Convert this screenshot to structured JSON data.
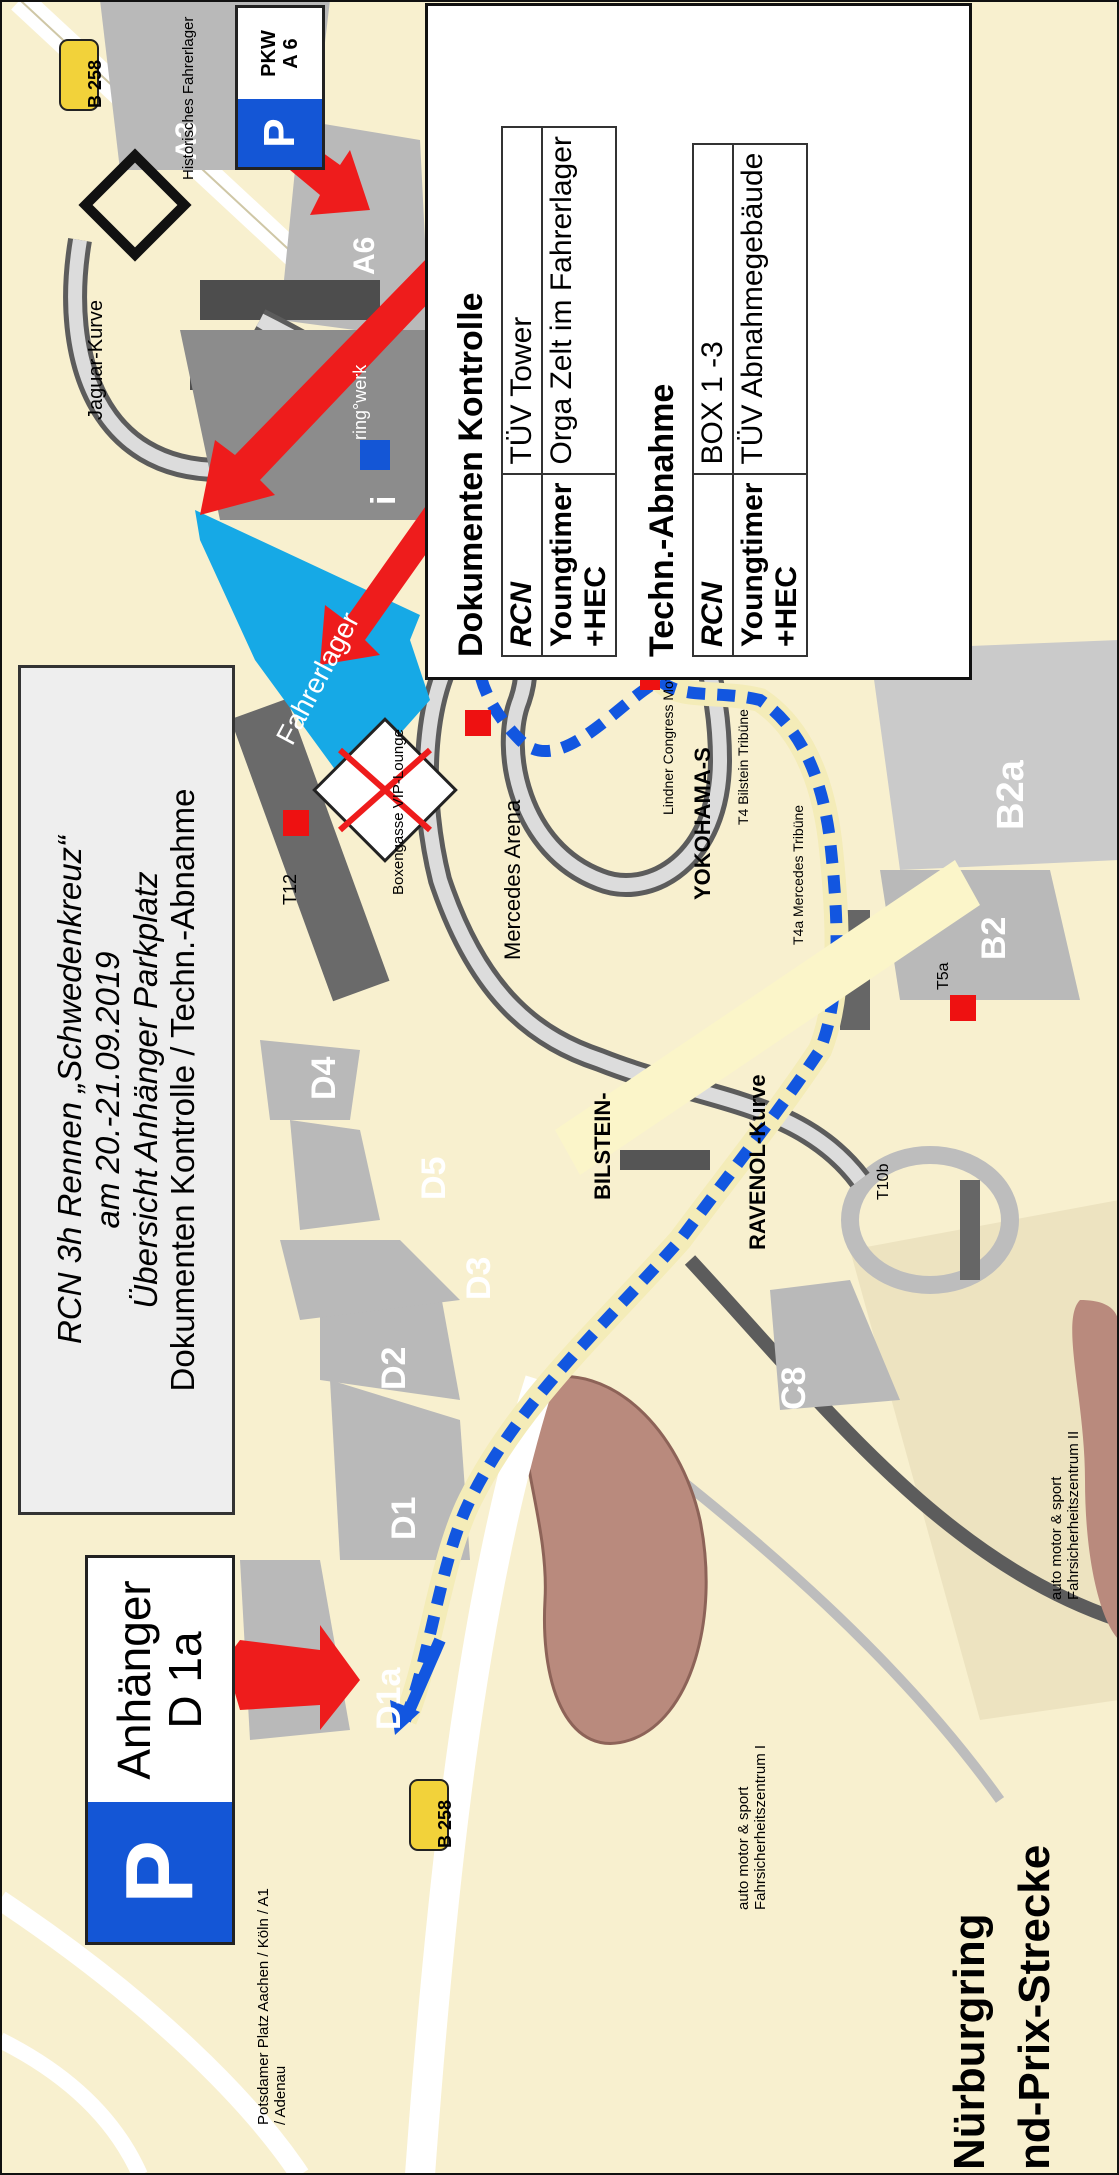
{
  "title_box": {
    "line1": "RCN 3h Rennen „Schwedenkreuz“",
    "line2": "am 20.-21.09.2019",
    "line3": "Übersicht Anhänger Parkplatz",
    "line4": "Dokumenten Kontrolle / Techn.-Abnahme"
  },
  "parking_trailer": {
    "p_symbol": "P",
    "line1": "Anhänger",
    "line2": "D 1a"
  },
  "parking_car": {
    "p_symbol": "P",
    "line1": "PKW",
    "line2": "A 6"
  },
  "info_panel": {
    "doc_heading": "Dokumenten Kontrolle",
    "doc_rows": [
      {
        "key": "RCN",
        "value": "TÜV Tower"
      },
      {
        "key": "Youngtimer +HEC",
        "value": "Orga Zelt im Fahrerlager"
      }
    ],
    "tech_heading": "Techn.-Abnahme",
    "tech_rows": [
      {
        "key": "RCN",
        "value": "BOX 1 -3"
      },
      {
        "key": "Youngtimer +HEC",
        "value": "TÜV Abnahmegebäude"
      }
    ]
  },
  "map_labels": {
    "fahrerlager": "Fahrerlager",
    "jaguar_kurve": "Jaguar-Kurve",
    "historisches_fahrerlager": "Historisches Fahrerlager",
    "ringwerk": "ring°werk",
    "mercedes_arena": "Mercedes Arena",
    "boxengasse": "Boxengasse VIP-Lounge",
    "yokohama": "YOKOHAMA-S",
    "ravenol": "RAVENOL-Kurve",
    "bilstein": "BILSTEIN-",
    "lindner": "Lindner Congress Motorsport Hotel",
    "t4": "T4 Bilstein Tribüne",
    "t4a": "T4a Mercedes Tribüne",
    "t12": "T12",
    "t5a": "T5a",
    "t10b": "T10b",
    "fahrsicherheit1": "auto motor & sport Fahrsicherheitszentrum I",
    "fahrsicherheit2": "auto motor & sport Fahrsicherheitszentrum II",
    "potsdamer": "Potsdamer Platz Aachen / Köln / A1 / Adenau",
    "nurburgring": "Nürburgring",
    "gp_strecke": "nd-Prix-Strecke",
    "b258_top": "B 258",
    "b258_bottom": "B 258",
    "info_symbol": "i"
  },
  "parking_areas": {
    "a3": "A3",
    "a6": "A6",
    "d1a": "D1a",
    "d1": "D1",
    "d2": "D2",
    "d3": "D3",
    "d4": "D4",
    "d5": "D5",
    "c8": "C8",
    "b2": "B2",
    "b2a": "B2a"
  },
  "colors": {
    "map_bg": "#f8f0cf",
    "parking_gray": "#b9b9b9",
    "track_gray": "#5c5c5c",
    "arrow_red": "#ee1c1c",
    "route_blue": "#1256e0",
    "fahrerlager_blue": "#16a9e6",
    "p_blue": "#1456d6"
  }
}
